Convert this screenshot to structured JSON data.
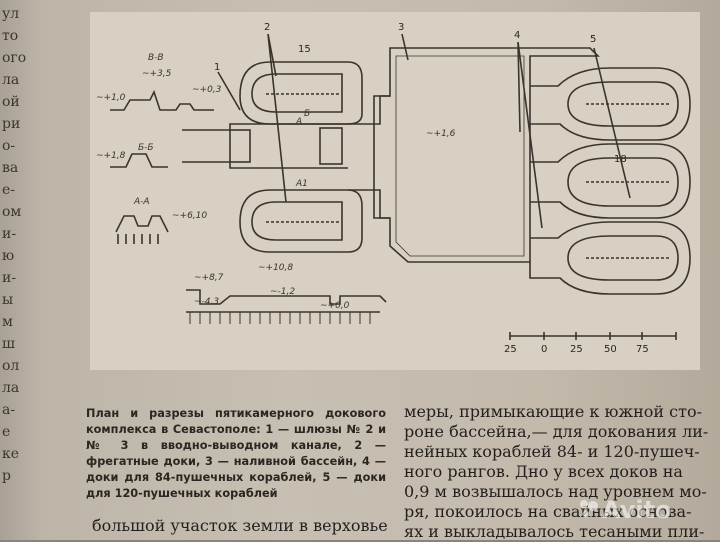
{
  "left_margin_fragments": [
    "ул",
    "то",
    "ого",
    "ла",
    "ой",
    "ри",
    "о-",
    "ва",
    "е-",
    "ом",
    "и-",
    "ю",
    "и-",
    "ы",
    "м",
    "ш",
    "ол",
    "ла",
    "а-",
    "е",
    "ке",
    "р"
  ],
  "figure": {
    "leaders": [
      "1",
      "2",
      "3",
      "4",
      "5"
    ],
    "labels": {
      "section_vv": "В-В",
      "section_bb": "Б-Б",
      "section_aa": "А-А",
      "lvl_35": "~+3,5",
      "lvl_10_left": "~+1,0",
      "lvl_03": "~+0,3",
      "lvl_18_small": "~+1,8",
      "lvl_61": "~+6,10",
      "lvl_16_pool": "~+1,6",
      "lvl_87": "~+8,7",
      "lvl_108": "~+10,8",
      "lvl_43": "~-4,3",
      "lvl_12": "~-1,2",
      "lvl_00": "~+0,0",
      "mark_a": "А",
      "mark_a1": "А1",
      "mark_b": "Б",
      "num_15": "15",
      "num_18": "18"
    },
    "scale_ticks": [
      "25",
      "0",
      "25",
      "50",
      "75"
    ]
  },
  "caption": "План и разрезы пятикамерного докового комплекса в Севастополе: 1 — шлюзы № 2 и № 3 в вводно-выводном канале, 2 — фрегатные доки, 3 — наливной бассейн, 4 — доки для 84-пушечных кораблей, 5 — доки для 120-пушечных кораблей",
  "body_lines": [
    "меры, примыкающие к южной сто-",
    "роне бассейна,— для докования ли-",
    "нейных кораблей 84- и 120-пушеч-",
    "ного рангов. Дно у всех доков на",
    "0,9 м возвышалось над уровнем мо-",
    "ря, покоилось на свайных основа-",
    "ях и выкладывалось тесаными пли-"
  ],
  "bottom_line": "большой участок земли в верховье",
  "watermark": "Avito"
}
